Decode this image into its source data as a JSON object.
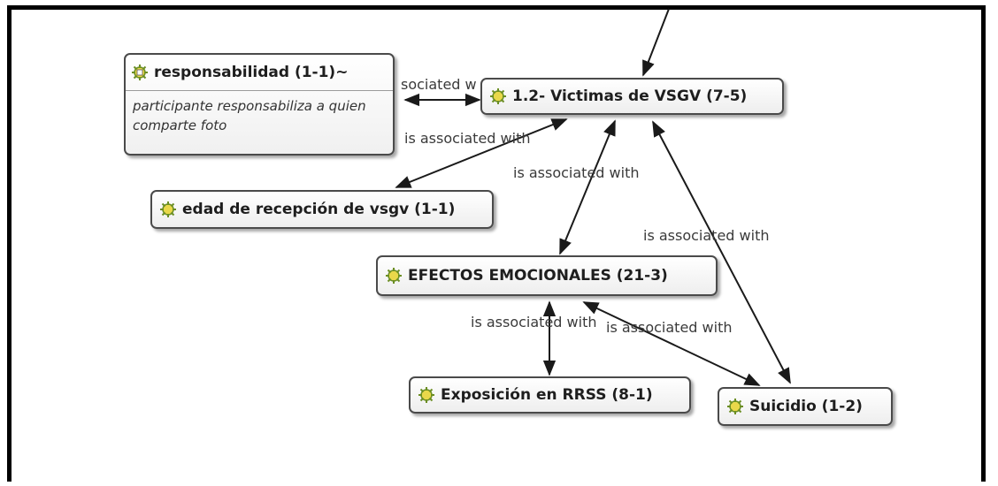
{
  "nodes": {
    "responsabilidad": {
      "label": "responsabilidad (1-1)~",
      "comment": "participante responsabiliza a quien comparte foto",
      "icon": "code-memo-icon"
    },
    "victimas": {
      "label": "1.2- Victimas de VSGV (7-5)",
      "icon": "code-icon"
    },
    "edad": {
      "label": "edad de recepción de vsgv (1-1)",
      "icon": "code-icon"
    },
    "efectos": {
      "label": "EFECTOS EMOCIONALES (21-3)",
      "icon": "code-icon"
    },
    "exposicion": {
      "label": "Exposición en RRSS (8-1)",
      "icon": "code-icon"
    },
    "suicidio": {
      "label": "Suicidio (1-2)",
      "icon": "code-icon"
    }
  },
  "edge_labels": {
    "responsabilidad_victimas": "sociated w",
    "edad_victimas": "is associated with",
    "efectos_victimas": "is associated with",
    "suicidio_victimas": "is associated with",
    "exposicion_efectos": "is associated with",
    "suicidio_efectos": "is associated with"
  },
  "colors": {
    "icon_fill": "#e9d84a",
    "icon_outline": "#6b8e23",
    "node_border": "#4a4a4a",
    "edge": "#1a1a1a"
  }
}
